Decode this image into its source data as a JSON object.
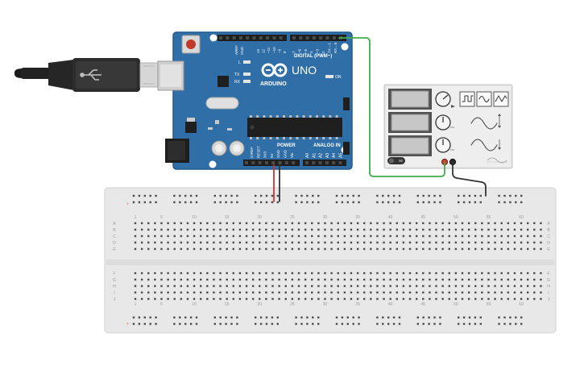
{
  "arduino": {
    "brand": "ARDUINO",
    "model": "UNO",
    "logo_symbol": "∞",
    "header_labels": {
      "digital": "DIGITAL (PWM~)",
      "power": "POWER",
      "analog": "ANALOG IN",
      "on": "ON",
      "led_l": "L",
      "led_tx": "TX",
      "led_rx": "RX",
      "aref": "AREF",
      "gnd": "GND"
    },
    "digital_pins": [
      "13",
      "12",
      "~11",
      "~10",
      "~9",
      "8",
      "7",
      "~6",
      "~5",
      "4",
      "~3",
      "2",
      "TX→1",
      "RX←0"
    ],
    "power_pins": [
      "IOREF",
      "RESET",
      "3V3",
      "5V",
      "GND",
      "GND",
      "Vin"
    ],
    "analog_pins": [
      "A0",
      "A1",
      "A2",
      "A3",
      "A4",
      "A5"
    ],
    "colors": {
      "board": "#2f6ea6",
      "board_dark": "#245a8a",
      "reset": "#c0392b"
    }
  },
  "function_generator": {
    "waveform_buttons": [
      {
        "name": "square",
        "icon": "square-wave-icon"
      },
      {
        "name": "sine",
        "icon": "sine-wave-icon"
      },
      {
        "name": "triangle",
        "icon": "triangle-wave-icon"
      }
    ],
    "power_switch_icon": "power-switch-icon"
  },
  "breadboard": {
    "column_numbers": [
      "1",
      "5",
      "10",
      "15",
      "20",
      "25",
      "30",
      "35",
      "40",
      "45",
      "50",
      "55",
      "60"
    ],
    "row_letters_top": [
      "A",
      "B",
      "C",
      "D",
      "E"
    ],
    "row_letters_bottom": [
      "F",
      "G",
      "H",
      "I",
      "J"
    ]
  },
  "wires": {
    "signal_color": "#3fae49",
    "power_color": "#d32f2f",
    "ground_color": "#333333"
  }
}
